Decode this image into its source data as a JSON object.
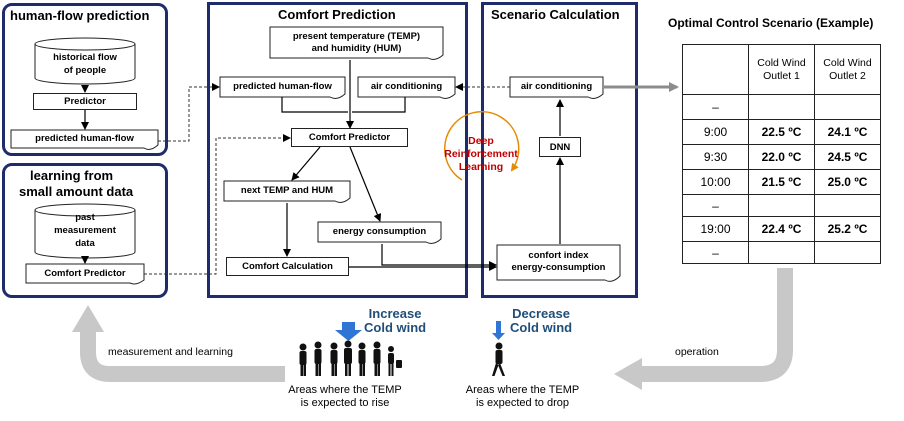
{
  "human_flow": {
    "title": "human-flow prediction",
    "db_line1": "historical flow",
    "db_line2": "of people",
    "predictor": "Predictor",
    "predicted": "predicted human-flow"
  },
  "learning": {
    "title_line1": "learning from",
    "title_line2": "small amount data",
    "db_line1": "past",
    "db_line2": "measurement",
    "db_line3": "data",
    "comfort_predictor": "Comfort Predictor"
  },
  "comfort": {
    "title": "Comfort Prediction",
    "present_line1": "present temperature (TEMP)",
    "present_line2": "and humidity (HUM)",
    "predicted_flow": "predicted human-flow",
    "air_conditioning": "air conditioning",
    "comfort_predictor": "Comfort Predictor",
    "next_temp": "next TEMP and HUM",
    "energy": "energy consumption",
    "calculation": "Comfort Calculation"
  },
  "drl": {
    "line1": "Deep",
    "line2": "Reinforcement",
    "line3": "Learning",
    "color": "#c00000"
  },
  "scenario": {
    "title": "Scenario Calculation",
    "air_conditioning": "air conditioning",
    "dnn": "DNN",
    "comfort_line1": "confort index",
    "comfort_line2": "energy-consumption"
  },
  "optimal": {
    "title": "Optimal Control Scenario (Example)",
    "headers": [
      "",
      "Cold Wind Outlet 1",
      "Cold Wind Outlet 2"
    ],
    "rows": [
      [
        "–",
        "",
        ""
      ],
      [
        "9:00",
        "22.5 ºC",
        "24.1 ºC"
      ],
      [
        "9:30",
        "22.0 ºC",
        "24.5 ºC"
      ],
      [
        "10:00",
        "21.5 ºC",
        "25.0 ºC"
      ],
      [
        "–",
        "",
        ""
      ],
      [
        "19:00",
        "22.4 ºC",
        "25.2 ºC"
      ],
      [
        "–",
        "",
        ""
      ]
    ]
  },
  "bottom": {
    "increase_line1": "Increase",
    "increase_line2": "Cold wind",
    "decrease_line1": "Decrease",
    "decrease_line2": "Cold wind",
    "rise_line1": "Areas where the TEMP",
    "rise_line2": "is expected to rise",
    "drop_line1": "Areas where the TEMP",
    "drop_line2": "is expected to drop",
    "measurement_learning": "measurement and learning",
    "operation": "operation"
  }
}
